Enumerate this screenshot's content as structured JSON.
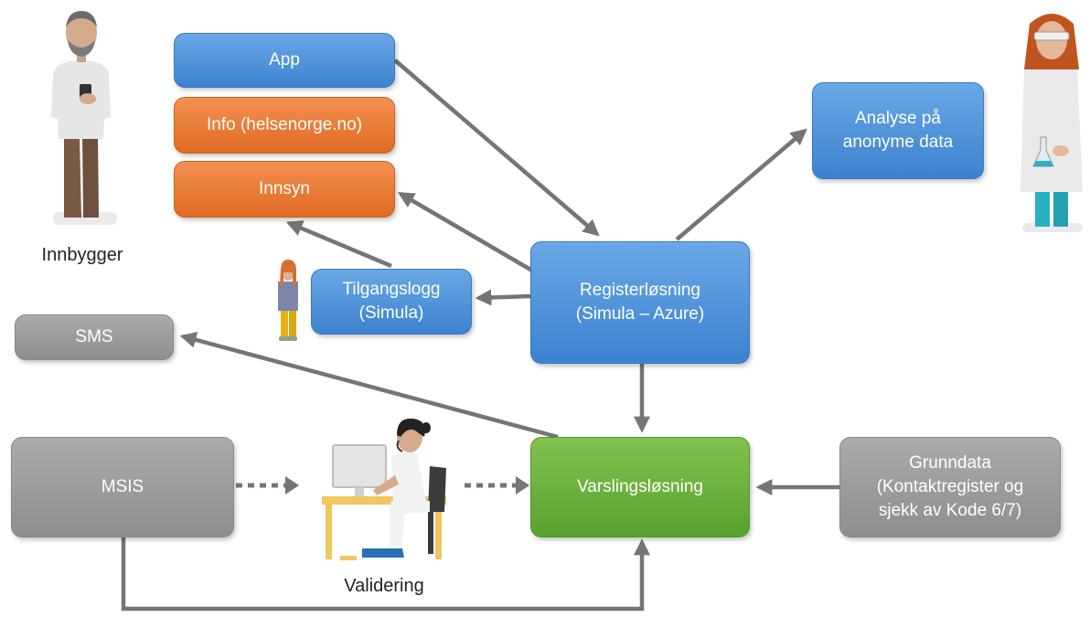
{
  "nodes": {
    "app": "App",
    "info": "Info (helsenorge.no)",
    "innsyn": "Innsyn",
    "analyse": "Analyse på\nanonyme data",
    "tilgangslogg": "Tilgangslogg\n(Simula)",
    "register": "Registerløsning\n(Simula – Azure)",
    "sms": "SMS",
    "msis": "MSIS",
    "varsling": "Varslingsløsning",
    "grunndata": "Grunndata\n(Kontaktregister og\nsjekk av Kode 6/7)"
  },
  "captions": {
    "innbygger": "Innbygger",
    "validering": "Validering"
  },
  "colors": {
    "blue": "#4a90d9",
    "orange": "#ec7a34",
    "gray": "#9b9b9b",
    "green": "#6ab23c",
    "arrow": "#757575"
  },
  "figures": [
    "man-with-phone",
    "lab-scientist",
    "small-woman",
    "validator-at-desk"
  ]
}
